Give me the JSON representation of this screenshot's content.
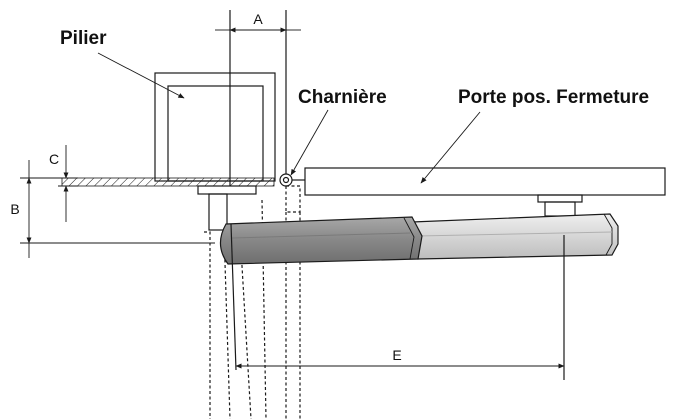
{
  "labels": {
    "pillar": "Pilier",
    "hinge": "Charnière",
    "gate_closed": "Porte pos. Fermeture"
  },
  "dimensions": {
    "a": "A",
    "b": "B",
    "c": "C",
    "e": "E"
  },
  "colors": {
    "line": "#1a1a1a",
    "actuator_dark": "#8c8c8c",
    "actuator_light": "#d9d9d9"
  }
}
